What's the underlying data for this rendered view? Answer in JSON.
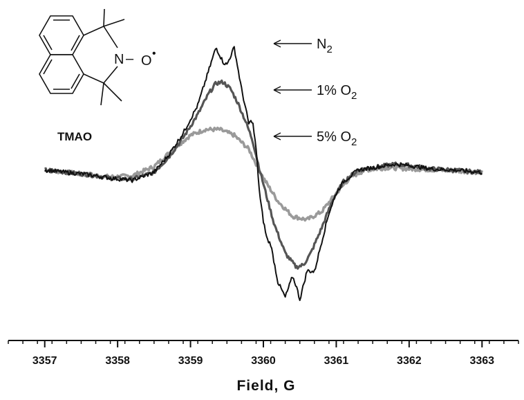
{
  "chart_data": {
    "type": "line",
    "title": "",
    "xlabel": "Field, G",
    "ylabel": "",
    "xlim": [
      3356.5,
      3363.5
    ],
    "ylim": [
      -1.25,
      1.25
    ],
    "x_ticks": [
      3357,
      3358,
      3359,
      3360,
      3361,
      3362,
      3363
    ],
    "tick_labels": [
      "3357",
      "3358",
      "3359",
      "3360",
      "3361",
      "3362",
      "3363"
    ],
    "grid": false,
    "series": [
      {
        "name": "N2",
        "color": "#111111",
        "points": [
          [
            3357.0,
            0.02
          ],
          [
            3357.3,
            0.0
          ],
          [
            3357.6,
            -0.02
          ],
          [
            3357.9,
            -0.05
          ],
          [
            3358.2,
            -0.07
          ],
          [
            3358.5,
            0.0
          ],
          [
            3358.7,
            0.15
          ],
          [
            3358.9,
            0.34
          ],
          [
            3359.1,
            0.58
          ],
          [
            3359.2,
            0.78
          ],
          [
            3359.3,
            0.98
          ],
          [
            3359.35,
            1.08
          ],
          [
            3359.45,
            0.95
          ],
          [
            3359.5,
            0.93
          ],
          [
            3359.6,
            1.08
          ],
          [
            3359.7,
            0.72
          ],
          [
            3359.8,
            0.42
          ],
          [
            3359.85,
            0.45
          ],
          [
            3359.9,
            0.2
          ],
          [
            3359.95,
            -0.2
          ],
          [
            3360.0,
            -0.42
          ],
          [
            3360.05,
            -0.58
          ],
          [
            3360.1,
            -0.62
          ],
          [
            3360.2,
            -0.95
          ],
          [
            3360.3,
            -1.08
          ],
          [
            3360.4,
            -0.9
          ],
          [
            3360.45,
            -0.98
          ],
          [
            3360.5,
            -1.1
          ],
          [
            3360.6,
            -0.85
          ],
          [
            3360.7,
            -0.86
          ],
          [
            3360.8,
            -0.6
          ],
          [
            3360.9,
            -0.35
          ],
          [
            3361.0,
            -0.18
          ],
          [
            3361.1,
            -0.08
          ],
          [
            3361.3,
            0.02
          ],
          [
            3361.6,
            0.05
          ],
          [
            3361.8,
            0.07
          ],
          [
            3362.0,
            0.06
          ],
          [
            3362.3,
            0.03
          ],
          [
            3362.6,
            0.02
          ],
          [
            3363.0,
            0.0
          ]
        ]
      },
      {
        "name": "1% O2",
        "color": "#555555",
        "points": [
          [
            3357.0,
            0.02
          ],
          [
            3357.3,
            0.0
          ],
          [
            3357.6,
            -0.02
          ],
          [
            3357.9,
            -0.05
          ],
          [
            3358.2,
            -0.06
          ],
          [
            3358.5,
            0.0
          ],
          [
            3358.7,
            0.13
          ],
          [
            3358.9,
            0.3
          ],
          [
            3359.1,
            0.5
          ],
          [
            3359.25,
            0.68
          ],
          [
            3359.35,
            0.77
          ],
          [
            3359.45,
            0.78
          ],
          [
            3359.55,
            0.72
          ],
          [
            3359.65,
            0.6
          ],
          [
            3359.75,
            0.45
          ],
          [
            3359.85,
            0.28
          ],
          [
            3359.95,
            0.02
          ],
          [
            3360.05,
            -0.22
          ],
          [
            3360.15,
            -0.45
          ],
          [
            3360.3,
            -0.7
          ],
          [
            3360.45,
            -0.82
          ],
          [
            3360.55,
            -0.8
          ],
          [
            3360.65,
            -0.7
          ],
          [
            3360.8,
            -0.48
          ],
          [
            3360.95,
            -0.24
          ],
          [
            3361.1,
            -0.08
          ],
          [
            3361.3,
            0.02
          ],
          [
            3361.6,
            0.05
          ],
          [
            3361.8,
            0.07
          ],
          [
            3362.0,
            0.06
          ],
          [
            3362.3,
            0.03
          ],
          [
            3362.6,
            0.02
          ],
          [
            3363.0,
            0.0
          ]
        ]
      },
      {
        "name": "5% O2",
        "color": "#9a9a9a",
        "points": [
          [
            3357.0,
            0.02
          ],
          [
            3357.3,
            0.0
          ],
          [
            3357.6,
            -0.02
          ],
          [
            3357.9,
            -0.04
          ],
          [
            3358.2,
            -0.03
          ],
          [
            3358.5,
            0.05
          ],
          [
            3358.8,
            0.22
          ],
          [
            3359.0,
            0.32
          ],
          [
            3359.2,
            0.37
          ],
          [
            3359.4,
            0.37
          ],
          [
            3359.6,
            0.32
          ],
          [
            3359.8,
            0.2
          ],
          [
            3360.0,
            -0.05
          ],
          [
            3360.2,
            -0.25
          ],
          [
            3360.4,
            -0.38
          ],
          [
            3360.6,
            -0.41
          ],
          [
            3360.8,
            -0.34
          ],
          [
            3361.0,
            -0.18
          ],
          [
            3361.2,
            -0.04
          ],
          [
            3361.4,
            0.02
          ],
          [
            3361.7,
            0.04
          ],
          [
            3362.0,
            0.03
          ],
          [
            3362.4,
            0.02
          ],
          [
            3362.7,
            0.01
          ],
          [
            3363.0,
            0.0
          ]
        ]
      }
    ],
    "annotations": [
      {
        "text": "N",
        "subscript": "2",
        "series": "N2"
      },
      {
        "text": "1% O",
        "subscript": "2",
        "series": "1% O2"
      },
      {
        "text": "5% O",
        "subscript": "2",
        "series": "5% O2"
      }
    ]
  },
  "molecule": {
    "label": "TMAO",
    "nitrogen": "N",
    "oxygen": "O",
    "radical_dot": "•",
    "bond_dash": "–"
  }
}
